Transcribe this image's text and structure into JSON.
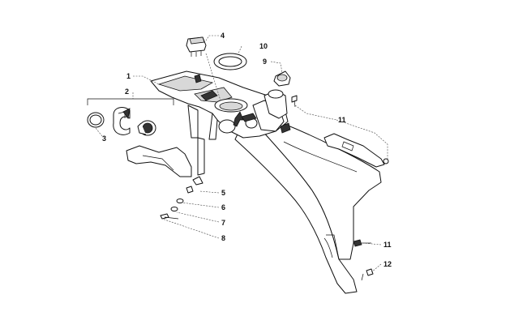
{
  "callouts": [
    {
      "label": "1"
    },
    {
      "label": "2"
    },
    {
      "label": "3"
    },
    {
      "label": "4"
    },
    {
      "label": "5"
    },
    {
      "label": "6"
    },
    {
      "label": "7"
    },
    {
      "label": "8"
    },
    {
      "label": "9"
    },
    {
      "label": "10"
    },
    {
      "label": "11"
    },
    {
      "label": "11"
    },
    {
      "label": "12"
    }
  ]
}
